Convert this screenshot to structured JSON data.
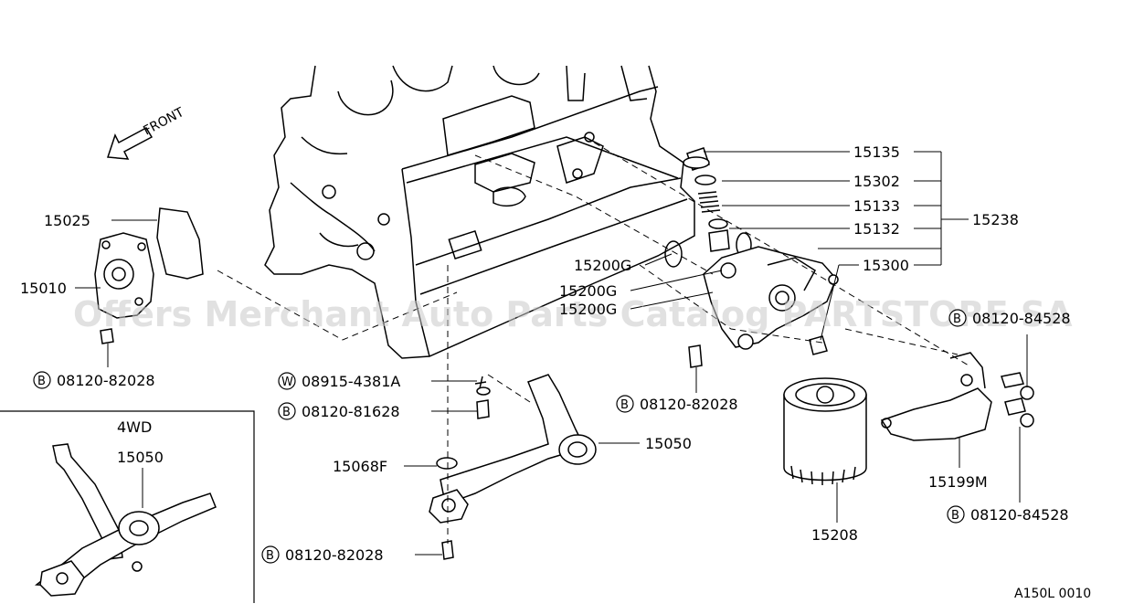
{
  "labels": {
    "p15135": "15135",
    "p15302": "15302",
    "p15133": "15133",
    "p15132": "15132",
    "p15238": "15238",
    "p15300": "15300",
    "p15200g_a": "15200G",
    "p15200g_b": "15200G",
    "p15200g_c": "15200G",
    "p15025": "15025",
    "p15010": "15010",
    "b_82028_left": "08120-82028",
    "w_4381a": "08915-4381A",
    "b_81628": "08120-81628",
    "b_82028_mid": "08120-82028",
    "b_84528_top": "08120-84528",
    "b_84528_bot": "08120-84528",
    "p15050": "15050",
    "p15068f": "15068F",
    "b_82028_bottom": "08120-82028",
    "p15208": "15208",
    "p15199m": "15199M",
    "inset_title": "4WD",
    "inset_15050": "15050",
    "front": "FRONT",
    "figure_code": "A150L 0010"
  },
  "badges": {
    "bolt": "B",
    "washer": "W"
  },
  "watermark": "Offers Merchant Auto Parts Catalog PARTSTORE SA"
}
